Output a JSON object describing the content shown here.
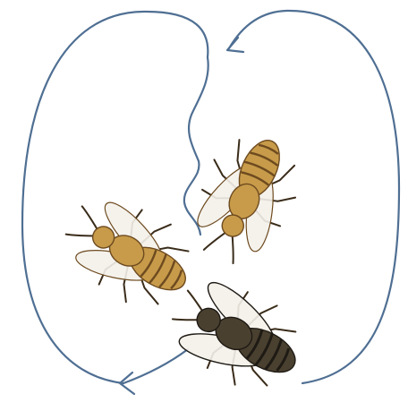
{
  "diagram": {
    "type": "honeybee-waggle-dance-figure-eight",
    "loops": [
      {
        "side": "left",
        "arrow_direction": "down-left"
      },
      {
        "side": "right",
        "arrow_direction": "down-left"
      }
    ],
    "bees": [
      {
        "label": "follower-bee-left",
        "tone": "tan"
      },
      {
        "label": "follower-bee-right",
        "tone": "tan"
      },
      {
        "label": "dancing-bee",
        "tone": "dark"
      }
    ],
    "colors": {
      "path": "#4f6f93",
      "tan_body": "#c79b4a",
      "tan_stripe": "#6d4a1f",
      "dark_body": "#4a4030",
      "dark_stripe": "#1e1a14",
      "wing_fill": "#f4f1ea",
      "wing_line": "#7a6a52",
      "leg": "#3a2c1a",
      "background": "#ffffff"
    }
  }
}
